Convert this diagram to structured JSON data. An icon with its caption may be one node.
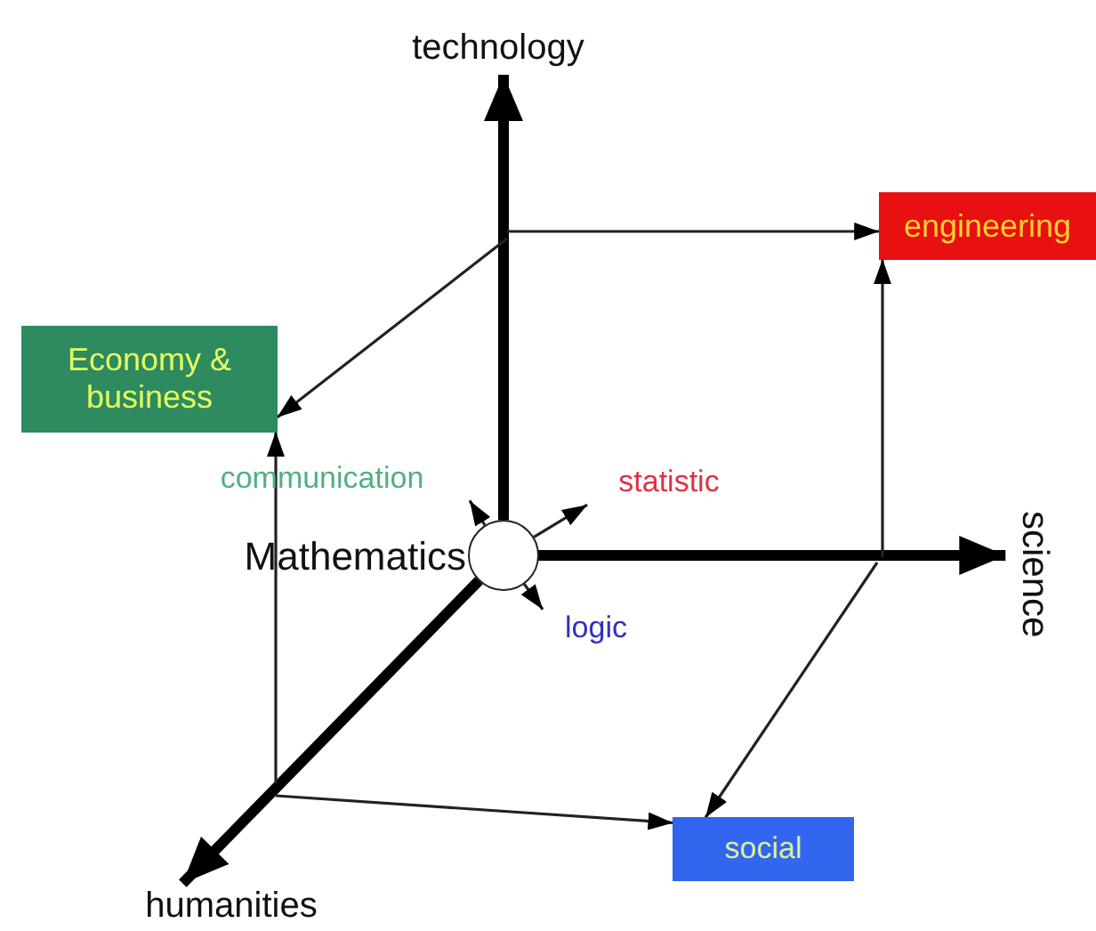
{
  "diagram": {
    "nodes": [
      {
        "text": [
          "technology"
        ]
      },
      {
        "text": [
          "engineering"
        ]
      },
      {
        "text": [
          "Economy & business"
        ]
      },
      {
        "text": [
          "communication"
        ]
      },
      {
        "text": [
          "statistic"
        ]
      },
      {
        "text": [],
        "shape": "circle",
        "beside": [
          "Mathematics"
        ]
      },
      {
        "text": [
          "science"
        ]
      },
      {
        "text": [
          "logic"
        ]
      },
      {
        "text": [
          "social"
        ]
      },
      {
        "text": [
          "humanities"
        ]
      }
    ],
    "edges": [
      {
        "from": 5,
        "to": 0,
        "arrow": "to",
        "style": "thick"
      },
      {
        "from": 5,
        "to": 6,
        "arrow": "to",
        "style": "thick"
      },
      {
        "from": 5,
        "to": 9,
        "arrow": "to",
        "style": "thick"
      },
      {
        "from": 5,
        "to": 3,
        "arrow": "to"
      },
      {
        "from": 5,
        "to": 4,
        "arrow": "to"
      },
      {
        "from": 5,
        "to": 7,
        "arrow": "to"
      },
      {
        "from": null,
        "to": 1,
        "arrow": "to"
      },
      {
        "from": null,
        "to": 2,
        "arrow": "to"
      },
      {
        "from": null,
        "to": 1,
        "arrow": "to"
      },
      {
        "from": null,
        "to": 2,
        "arrow": "to"
      },
      {
        "from": null,
        "to": 8,
        "arrow": "to"
      },
      {
        "from": null,
        "to": 8,
        "arrow": "to"
      }
    ]
  }
}
